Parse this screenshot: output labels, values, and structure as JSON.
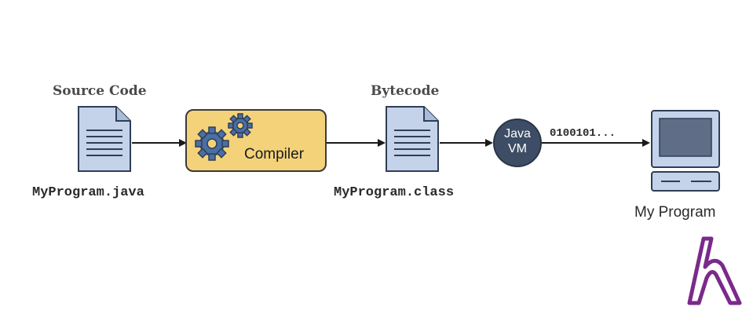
{
  "labels": {
    "source_heading": "Source Code",
    "bytecode_heading": "Bytecode",
    "source_file": "MyProgram.java",
    "class_file": "MyProgram.class",
    "compiler": "Compiler",
    "jvm_line1": "Java",
    "jvm_line2": "VM",
    "binary_stream": "0100101...",
    "program": "My Program"
  },
  "colors": {
    "document_fill": "#c4d3ea",
    "document_stroke": "#2f3e55",
    "compiler_fill": "#f4d27a",
    "compiler_stroke": "#3a3a3a",
    "gear_fill": "#4a6fa5",
    "jvm_fill": "#3d4d65",
    "computer_fill": "#c4d3ea",
    "computer_screen": "#5f6e86",
    "logo": "#7a2a8a",
    "arrow": "#1a1a1a"
  },
  "icons": [
    "document-icon",
    "gear-icon",
    "computer-icon",
    "logo-mark"
  ]
}
